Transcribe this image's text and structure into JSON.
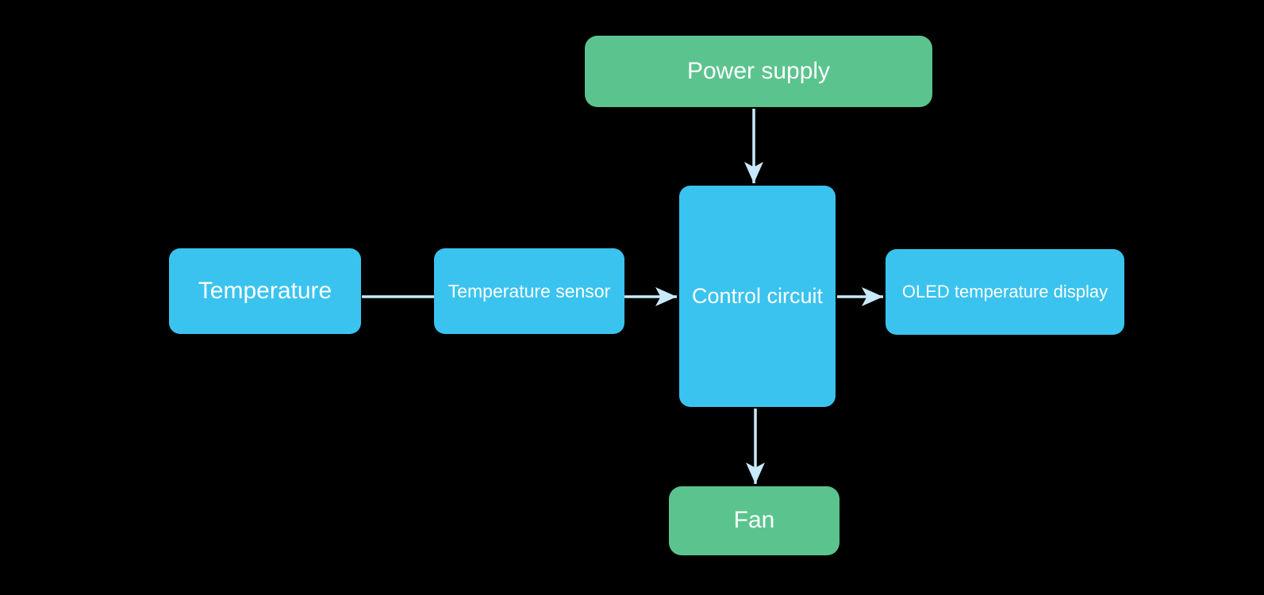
{
  "diagram": {
    "background_color": "#000000",
    "colors": {
      "node_blue": "#3ac3ef",
      "node_green": "#5bc48e",
      "connector": "#c8e9fb",
      "label_text": "#fdfefe"
    },
    "nodes": [
      {
        "id": "power-supply",
        "label": "Power supply",
        "shape": "rounded-rect",
        "color": "#5bc48e"
      },
      {
        "id": "temperature",
        "label": "Temperature",
        "shape": "rounded-rect",
        "color": "#3ac3ef"
      },
      {
        "id": "temperature-sensor",
        "label": "Temperature sensor",
        "shape": "rounded-rect",
        "color": "#3ac3ef"
      },
      {
        "id": "control-circuit",
        "label": "Control circuit",
        "shape": "rounded-rect",
        "color": "#3ac3ef"
      },
      {
        "id": "oled-display",
        "label": "OLED temperature display",
        "shape": "rounded-rect",
        "color": "#3ac3ef"
      },
      {
        "id": "fan",
        "label": "Fan",
        "shape": "rounded-rect",
        "color": "#5bc48e"
      }
    ],
    "edges": [
      {
        "from": "temperature",
        "to": "temperature-sensor",
        "arrowhead": false,
        "direction": "right"
      },
      {
        "from": "temperature-sensor",
        "to": "control-circuit",
        "arrowhead": true,
        "direction": "right"
      },
      {
        "from": "power-supply",
        "to": "control-circuit",
        "arrowhead": true,
        "direction": "down"
      },
      {
        "from": "control-circuit",
        "to": "oled-display",
        "arrowhead": true,
        "direction": "right"
      },
      {
        "from": "control-circuit",
        "to": "fan",
        "arrowhead": true,
        "direction": "down"
      }
    ]
  }
}
